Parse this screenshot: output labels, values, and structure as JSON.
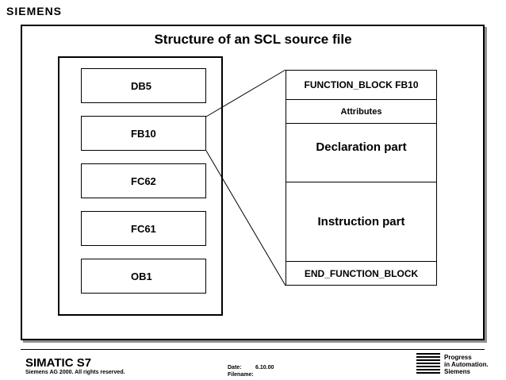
{
  "brand": "SIEMENS",
  "title": "Structure of an SCL source file",
  "blocks": [
    {
      "label": "DB5"
    },
    {
      "label": "FB10"
    },
    {
      "label": "FC62"
    },
    {
      "label": "FC61"
    },
    {
      "label": "OB1"
    }
  ],
  "fb_detail": {
    "header": "FUNCTION_BLOCK FB10",
    "attributes": "Attributes",
    "declaration": "Declaration part",
    "instruction": "Instruction part",
    "footer": "END_FUNCTION_BLOCK"
  },
  "footer": {
    "product": "SIMATIC S7",
    "copyright": "Siemens AG 2000. All rights reserved.",
    "date_label": "Date:",
    "date_value": "6.10.00",
    "filename_label": "Filename:",
    "logo_lines": [
      "Progress",
      "in Automation.",
      "Siemens"
    ]
  }
}
